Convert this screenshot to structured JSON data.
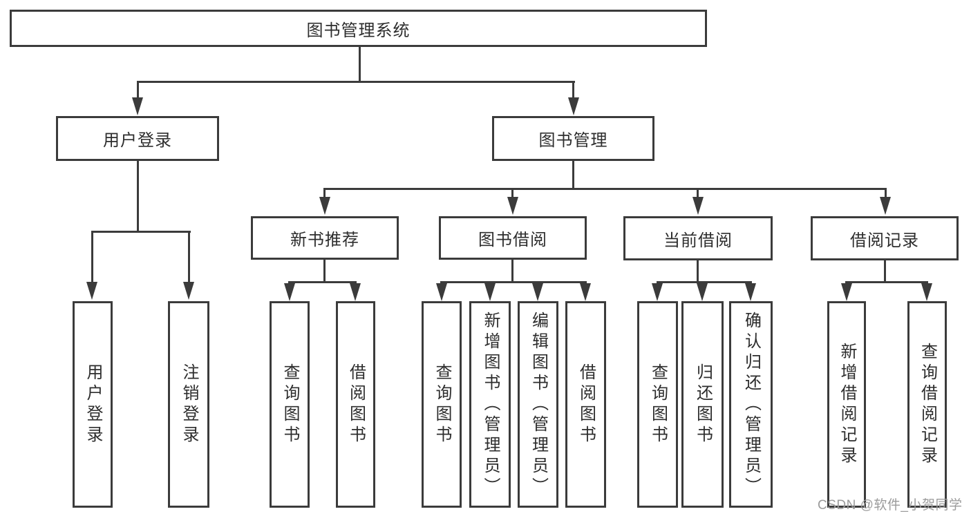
{
  "tree": {
    "root": {
      "label": "图书管理系统"
    },
    "branches": [
      {
        "label": "用户登录",
        "children": [
          {
            "label": "用户登录"
          },
          {
            "label": "注销登录"
          }
        ]
      },
      {
        "label": "图书管理",
        "children": [
          {
            "label": "新书推荐",
            "children": [
              {
                "label": "查询图书"
              },
              {
                "label": "借阅图书"
              }
            ]
          },
          {
            "label": "图书借阅",
            "children": [
              {
                "label": "查询图书"
              },
              {
                "label": "新增图书（管理员）"
              },
              {
                "label": "编辑图书（管理员）"
              },
              {
                "label": "借阅图书"
              }
            ]
          },
          {
            "label": "当前借阅",
            "children": [
              {
                "label": "查询图书"
              },
              {
                "label": "归还图书"
              },
              {
                "label": "确认归还（管理员）"
              }
            ]
          },
          {
            "label": "借阅记录",
            "children": [
              {
                "label": "新增借阅记录"
              },
              {
                "label": "查询借阅记录"
              }
            ]
          }
        ]
      }
    ]
  },
  "watermark": {
    "text": "CSDN @软件_小贺同学"
  },
  "colors": {
    "line": "#3b3b3b",
    "text": "#2d2d2d",
    "watermark": "#9b9b9b",
    "background": "#ffffff"
  }
}
